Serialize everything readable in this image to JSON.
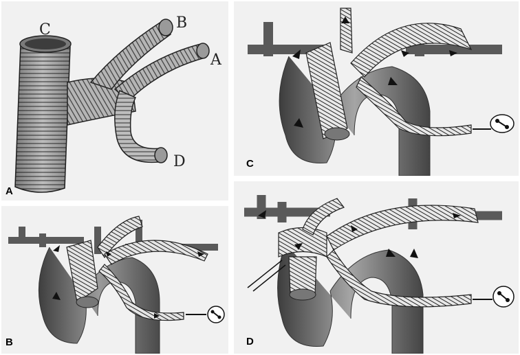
{
  "figure": {
    "panels": [
      {
        "label": "A"
      },
      {
        "label": "B"
      },
      {
        "label": "C"
      },
      {
        "label": "D"
      }
    ],
    "vessel_labels": {
      "c": "C",
      "b": "B",
      "a": "A",
      "d": "D"
    }
  },
  "colors": {
    "paper": "#f1f1f1",
    "vessel_dark": "#5a5a5a",
    "vessel_light": "#d6d6d6",
    "graft": "#e9e9e9",
    "ink": "#111111"
  }
}
